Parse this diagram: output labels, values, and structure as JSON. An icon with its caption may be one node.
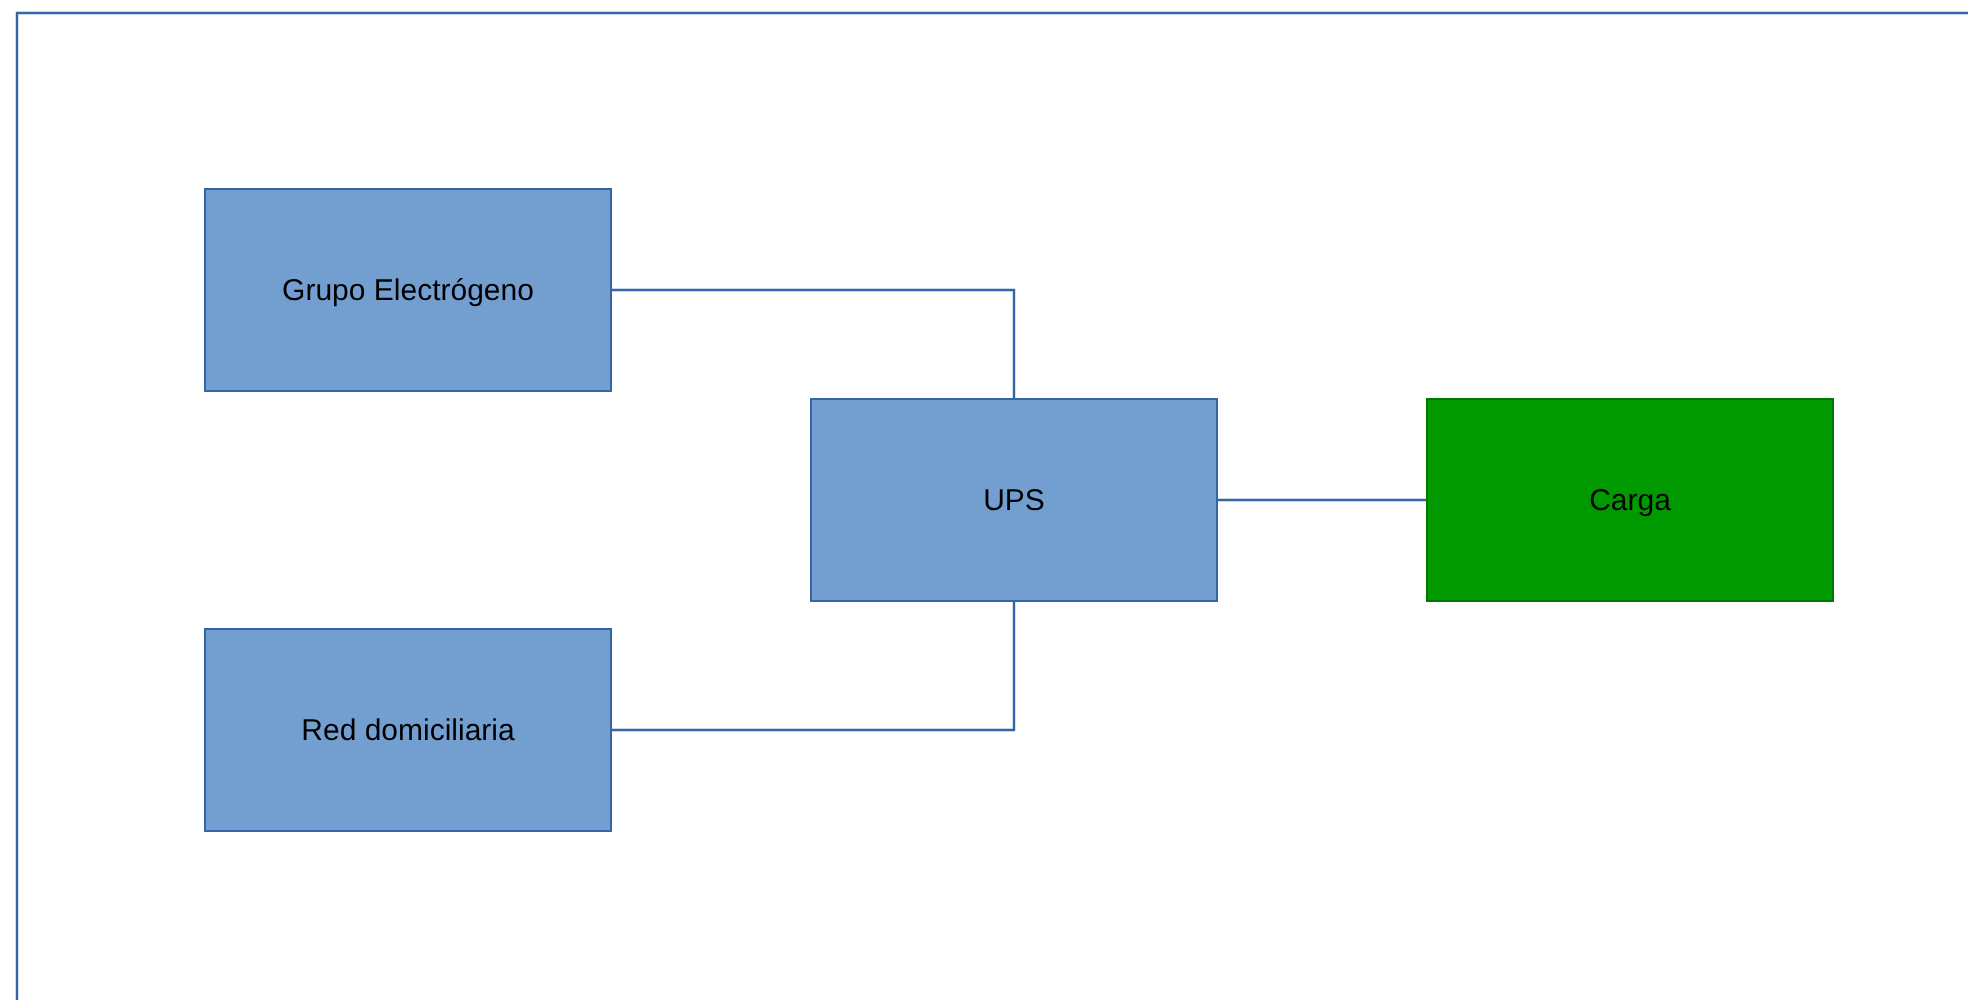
{
  "diagram": {
    "nodes": [
      {
        "text": [
          "Grupo Electrógeno"
        ]
      },
      {
        "text": [
          "UPS"
        ]
      },
      {
        "text": [
          "Red domiciliaria"
        ]
      },
      {
        "text": [
          "Carga"
        ]
      }
    ],
    "edges": [
      {
        "from": 0,
        "to": 1,
        "arrow": "none"
      },
      {
        "from": 2,
        "to": 1,
        "arrow": "none"
      },
      {
        "from": 1,
        "to": 3,
        "arrow": "none"
      }
    ]
  }
}
